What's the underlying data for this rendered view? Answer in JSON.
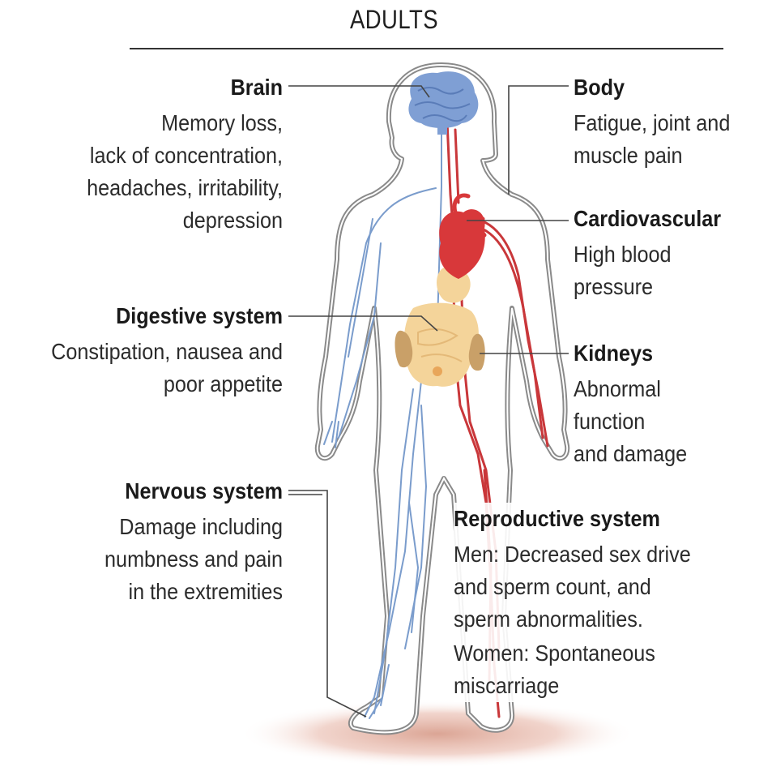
{
  "title": "ADULTS",
  "labels": {
    "brain": {
      "head": "Brain",
      "body": "Memory loss,\nlack of concentration,\nheadaches, irritability,\ndepression"
    },
    "body": {
      "head": "Body",
      "body": "Fatigue, joint and\nmuscle pain"
    },
    "cardiovascular": {
      "head": "Cardiovascular",
      "body": "High blood\npressure"
    },
    "digestive": {
      "head": "Digestive system",
      "body": "Constipation, nausea and\npoor appetite"
    },
    "kidneys": {
      "head": "Kidneys",
      "body": "Abnormal\nfunction\nand damage"
    },
    "nervous": {
      "head": "Nervous system",
      "body": "Damage including\nnumbness and pain\nin the extremities"
    },
    "reproductive": {
      "head": "Reproductive system",
      "men": "Men: Decreased sex drive\nand sperm count, and\nsperm abnormalities.",
      "women": "Women: Spontaneous\nmiscarriage"
    }
  },
  "colors": {
    "brain": "#7f9fd4",
    "heart": "#d8383a",
    "artery": "#c9373a",
    "nerve": "#7a9ccc",
    "organ": "#f4d49a",
    "kidney": "#c9a068",
    "shadow": "#d9a08f",
    "outline": "#8a8a8a"
  }
}
